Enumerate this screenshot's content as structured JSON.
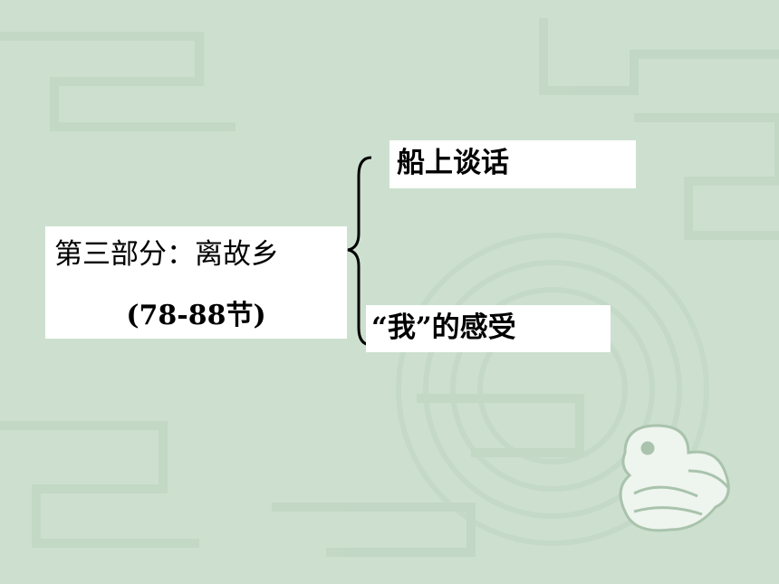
{
  "slide": {
    "main_title": "第三部分：离故乡",
    "main_subtitle": "(78-88节)",
    "branch_top": "船上谈话",
    "branch_bottom": "“我”的感受"
  },
  "icons": {
    "brace": "curly-brace-icon",
    "decoration": "dragon-motif-icon"
  },
  "colors": {
    "background": "#cde0cf",
    "pattern": "#bdd3c0",
    "box": "#ffffff",
    "text": "#000000"
  }
}
